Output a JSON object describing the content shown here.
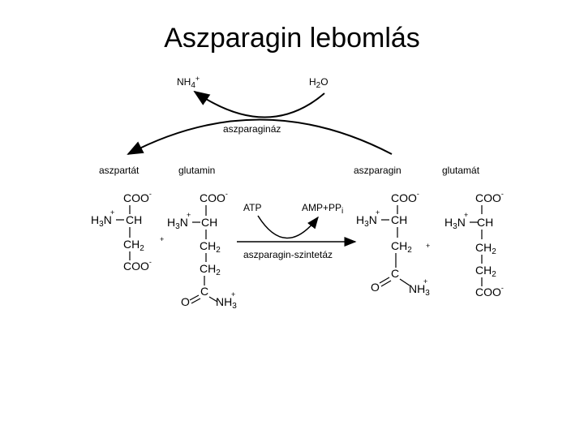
{
  "title": "Aszparagin lebomlás",
  "colors": {
    "ink": "#000000",
    "background": "#ffffff"
  },
  "upper_reaction": {
    "product_1": "NH",
    "product_1_sub": "4",
    "product_1_sup": "+",
    "reactant_1": "H",
    "reactant_1_sub": "2",
    "reactant_1_tail": "O",
    "enzyme": "aszparagináz"
  },
  "lower_reaction": {
    "cofactor_in": "ATP",
    "cofactor_out": "AMP+PP",
    "cofactor_out_sub": "i",
    "enzyme": "aszparagin-szintetáz",
    "plus_left": "+",
    "plus_right": "+"
  },
  "compound_names": {
    "aspartate": "aszpartát",
    "glutamine": "glutamin",
    "asparagine": "aszparagin",
    "glutamate": "glutamát"
  },
  "atoms": {
    "coo": "COO",
    "minus": "-",
    "plus": "+",
    "h": "H",
    "three": "3",
    "n": "N",
    "ch": "CH",
    "c": "C",
    "two": "2",
    "o": "O",
    "nh": "NH"
  }
}
